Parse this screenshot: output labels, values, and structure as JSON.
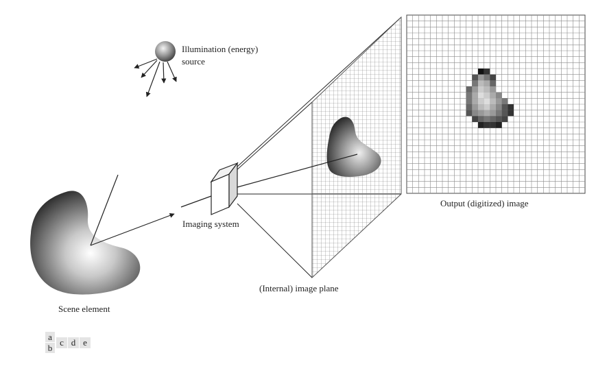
{
  "labels": {
    "illumination_line1": "Illumination (energy)",
    "illumination_line2": "source",
    "output_image": "Output (digitized) image",
    "imaging_system": "Imaging system",
    "image_plane": "(Internal) image plane",
    "scene_element": "Scene element"
  },
  "panel_key": {
    "a": "a",
    "b": "b",
    "c": "c",
    "d": "d",
    "e": "e"
  }
}
